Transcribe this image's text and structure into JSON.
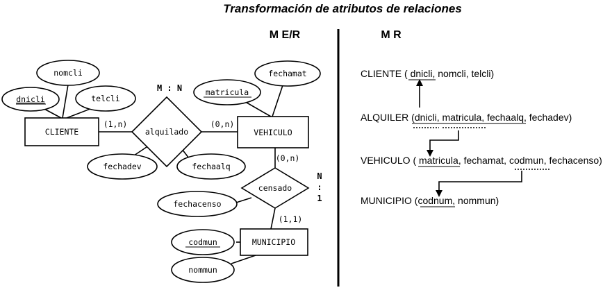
{
  "title": "Transformación de atributos de relaciones",
  "mer": {
    "heading": "M E/R",
    "entities": {
      "cliente": "CLIENTE",
      "vehiculo": "VEHICULO",
      "municipio": "MUNICIPIO"
    },
    "relationships": {
      "alquilado": "alquilado",
      "censado": "censado"
    },
    "attributes": {
      "nomcli": "nomcli",
      "dnicli": "dnicli",
      "telcli": "telcli",
      "fechamat": "fechamat",
      "matricula": "matricula",
      "fechadev": "fechadev",
      "fechaalq": "fechaalq",
      "fechacenso": "fechacenso",
      "codmun": "codmun",
      "nommun": "nommun"
    },
    "cardinalities": {
      "cliente_alquilado": "(1,n)",
      "vehiculo_alquilado": "(0,n)",
      "vehiculo_censado": "(0,n)",
      "municipio_censado": "(1,1)"
    },
    "type_mn": "M : N",
    "type_n1": [
      "N",
      ":",
      "1"
    ]
  },
  "mr": {
    "heading": "M R",
    "relations": {
      "cliente": {
        "pre": "CLIENTE ( ",
        "key": "dnicli",
        "post": ", nomcli, telcli)"
      },
      "alquiler": {
        "pre": "ALQUILER (",
        "fk1": "dnicli",
        "sep1": ", ",
        "fk2": "matricula",
        "sep2": ", ",
        "key3": "fechaalq",
        "post": ", fechadev)"
      },
      "vehiculo": {
        "pre": "VEHICULO ( ",
        "key": "matricula",
        "mid": ", fechamat, ",
        "fk": "codmun",
        "post": ", fechacenso)"
      },
      "municipio": {
        "pre": "MUNICIPIO (",
        "key": "codnum",
        "post": ", nommun)"
      }
    }
  }
}
